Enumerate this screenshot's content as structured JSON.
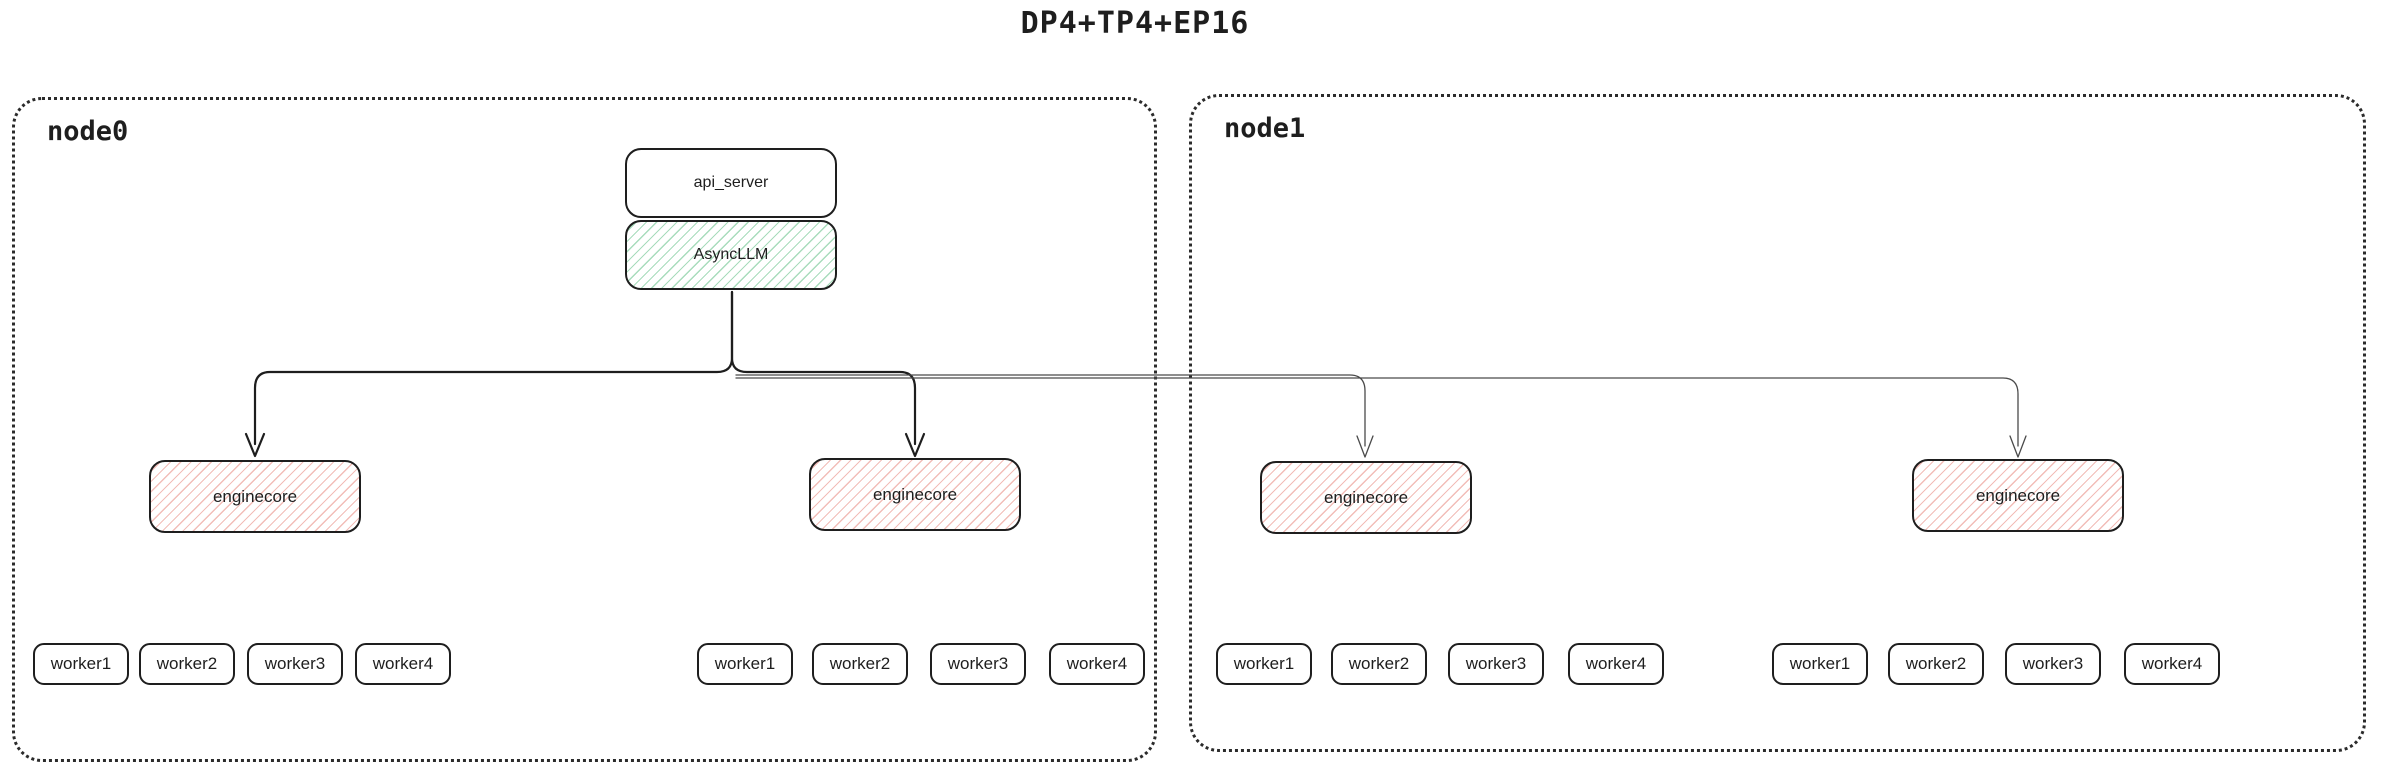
{
  "title": "DP4+TP4+EP16",
  "nodes": [
    {
      "label": "node0"
    },
    {
      "label": "node1"
    }
  ],
  "boxes": {
    "api_server": "api_server",
    "asyncllm": "AsyncLLM",
    "enginecores": [
      "enginecore",
      "enginecore",
      "enginecore",
      "enginecore"
    ]
  },
  "worker_groups": [
    {
      "node": "node0",
      "workers": [
        "worker1",
        "worker2",
        "worker3",
        "worker4"
      ]
    },
    {
      "node": "node0",
      "workers": [
        "worker1",
        "worker2",
        "worker3",
        "worker4"
      ]
    },
    {
      "node": "node1",
      "workers": [
        "worker1",
        "worker2",
        "worker3",
        "worker4"
      ]
    },
    {
      "node": "node1",
      "workers": [
        "worker1",
        "worker2",
        "worker3",
        "worker4"
      ]
    }
  ],
  "edges": [
    {
      "from": "AsyncLLM",
      "to": "enginecore-1",
      "style": "thick"
    },
    {
      "from": "AsyncLLM",
      "to": "enginecore-2",
      "style": "thick"
    },
    {
      "from": "AsyncLLM",
      "to": "enginecore-3",
      "style": "thin"
    },
    {
      "from": "AsyncLLM",
      "to": "enginecore-4",
      "style": "thin"
    }
  ],
  "colors": {
    "ink": "#1e1e1e",
    "green_hatch": "#a8dcbc",
    "red_hatch": "#f2bdb8",
    "thin_edge": "#4a4a4a",
    "background": "#ffffff"
  }
}
